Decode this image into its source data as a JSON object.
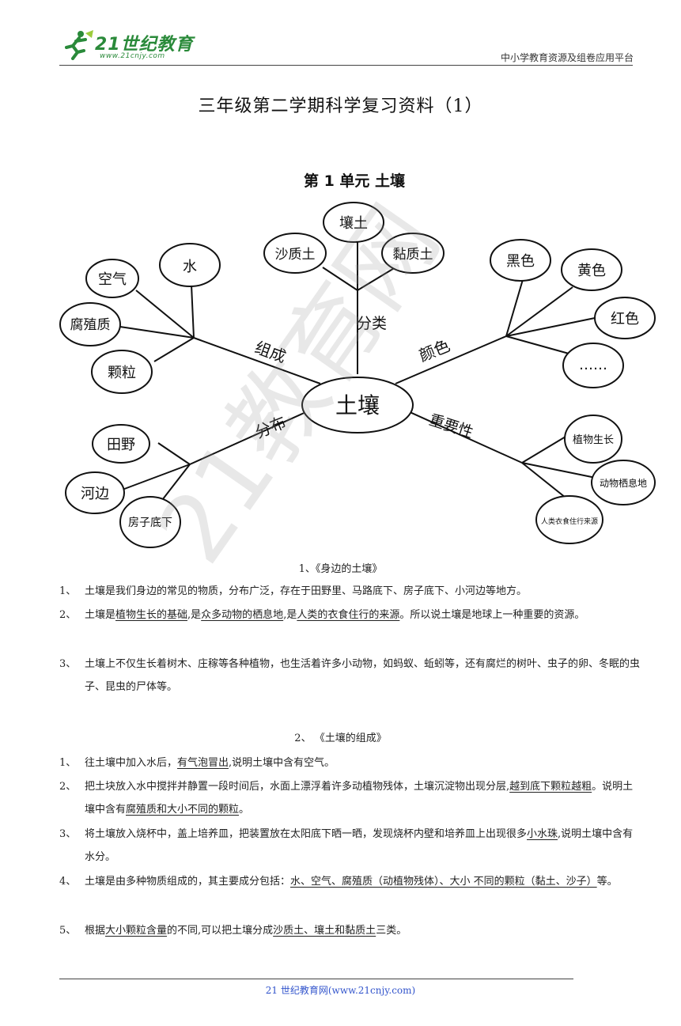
{
  "header": {
    "logo_text": "21世纪教育",
    "logo_url": "www.21cnjy.com",
    "right_text": "中小学教育资源及组卷应用平台"
  },
  "title": "三年级第二学期科学复习资料（1）",
  "diagram": {
    "unit_title": "第 1 单元  土壤",
    "center": "土壤",
    "branches": {
      "composition": {
        "label": "组成",
        "nodes": [
          "空气",
          "水",
          "腐殖质",
          "颗粒"
        ]
      },
      "classification": {
        "label": "分类",
        "nodes": [
          "壤土",
          "沙质土",
          "黏质土"
        ]
      },
      "color": {
        "label": "颜色",
        "nodes": [
          "黑色",
          "黄色",
          "红色",
          "……"
        ]
      },
      "distribution": {
        "label": "分布",
        "nodes": [
          "田野",
          "河边",
          "房子底下"
        ]
      },
      "importance": {
        "label": "重要性",
        "nodes": [
          "植物生长",
          "动物栖息地",
          "人类衣食住行来源"
        ]
      }
    }
  },
  "section1": {
    "title": "1、《身边的土壤》",
    "items": [
      {
        "num": "1、",
        "parts": [
          "土壤是我们身边的常见的物质，分布广泛，存在于田野里、马路底下、房子底下、小河边等地方。"
        ]
      },
      {
        "num": "2、",
        "parts": [
          "土壤是",
          "植物生长的基础",
          ",是",
          "众多动物的栖息地",
          ",是",
          "人类的衣食住行的来源",
          "。所以说土壤是地球上一种重要的资源。"
        ]
      },
      {
        "num": "3、",
        "parts": [
          "土壤上不仅生长着树木、庄稼等各种植物，也生活着许多小动物，如蚂蚁、蚯蚓等，还有腐烂的树叶、虫子的卵、冬眠的虫子、昆虫的尸体等。"
        ]
      }
    ]
  },
  "section2": {
    "title": "2、 《土壤的组成》",
    "items": [
      {
        "num": "1、",
        "parts": [
          "往土壤中加入水后，",
          "有气泡冒出",
          ",说明土壤中含有空气。"
        ]
      },
      {
        "num": "2、",
        "parts": [
          "把土块放入水中搅拌并静置一段时间后，水面上漂浮着许多动植物残体，土壤沉淀物出现分层,",
          "越到底下颗粒越粗",
          "。说明土壤中含有",
          "腐殖质和大小不同的颗粒",
          "。"
        ]
      },
      {
        "num": "3、",
        "parts": [
          "将土壤放入烧杯中，盖上培养皿，把装置放在太阳底下晒一晒，发现烧杯内壁和培养皿上出现很多",
          "小水珠",
          ",说明土壤中含有水分。"
        ]
      },
      {
        "num": "4、",
        "parts": [
          "土壤是由多种物质组成的，其主要成分包括：",
          "水、空气、腐殖质（动植物残体）、大小 不同的颗粒（黏土、沙子）",
          "等。"
        ]
      },
      {
        "num": "5、",
        "parts": [
          "根据",
          "大小颗粒含量",
          "的不同,可以把土壤分成",
          "沙质土、壤土和黏质土",
          "三类。"
        ]
      }
    ]
  },
  "footer": "21 世纪教育网(www.21cnjy.com)",
  "watermark": "21教育网"
}
